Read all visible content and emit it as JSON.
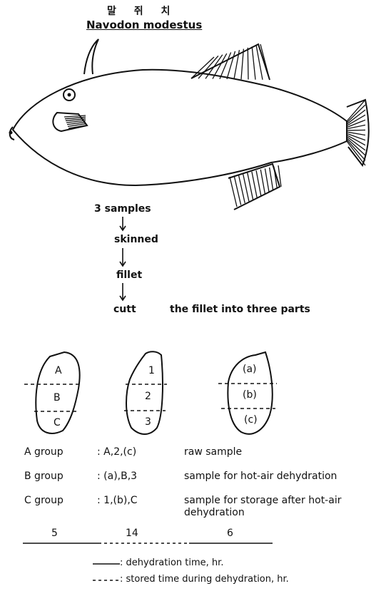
{
  "header": {
    "korean_name": "말 쥐 치",
    "latin_name": "Navodon modestus"
  },
  "flow": {
    "steps": [
      "3 samples",
      "skinned",
      "fillet",
      "cutt"
    ],
    "final_note": "the fillet into three parts"
  },
  "fillets": [
    {
      "parts": [
        "A",
        "B",
        "C"
      ]
    },
    {
      "parts": [
        "1",
        "2",
        "3"
      ]
    },
    {
      "parts": [
        "(a)",
        "(b)",
        "(c)"
      ]
    }
  ],
  "groups": [
    {
      "label": "A  group",
      "members": ":  A,2,(c)",
      "description": "raw sample"
    },
    {
      "label": "B  group",
      "members": ":  (a),B,3",
      "description": "sample for hot-air dehydration"
    },
    {
      "label": "C  group",
      "members": ":  1,(b),C",
      "description": "sample for storage after hot-air\ndehydration"
    }
  ],
  "timeline": {
    "values": [
      "5",
      "14",
      "6"
    ]
  },
  "legend": {
    "solid": ": dehydration time, hr.",
    "dashed": ": stored time during dehydration, hr."
  }
}
